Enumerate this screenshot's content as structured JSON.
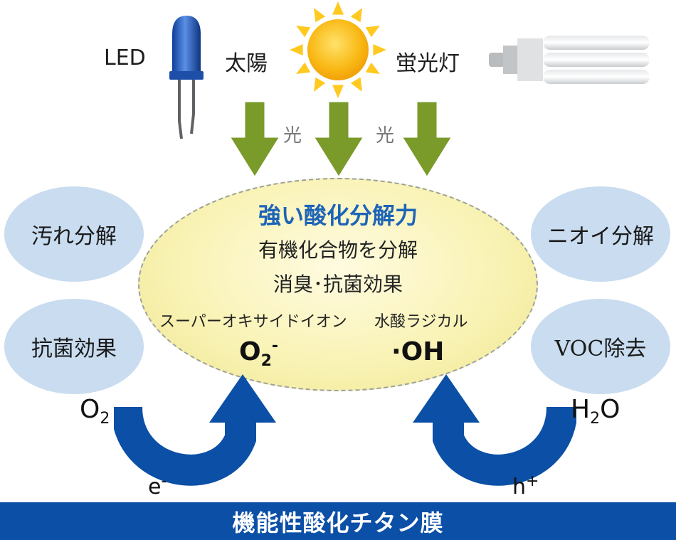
{
  "sources": {
    "led": "LED",
    "sun": "太陽",
    "fluorescent": "蛍光灯"
  },
  "light_labels": [
    "光",
    "光"
  ],
  "core": {
    "title": "強い酸化分解力",
    "line1": "有機化合物を分解",
    "line2": "消臭･抗菌効果",
    "label_left": "スーパーオキサイドイオン",
    "label_right": "水酸ラジカル",
    "species_left": {
      "base": "O",
      "sub": "2",
      "sup": "-"
    },
    "species_right": "·OH"
  },
  "effects": {
    "top_left": "汚れ分解",
    "bottom_left": "抗菌効果",
    "top_right": "ニオイ分解",
    "bottom_right": "VOC除去"
  },
  "reactants": {
    "left": {
      "base": "O",
      "sub": "2"
    },
    "right": {
      "pre": "H",
      "sub": "2",
      "post": "O"
    },
    "electron": {
      "base": "e",
      "sup": "-"
    },
    "hole": {
      "base": "h",
      "sup": "+"
    }
  },
  "band_label": "機能性酸化チタン膜",
  "colors": {
    "band": "#0b4fa6",
    "title_blue": "#1d64b8",
    "bubble": "#c9dcf0",
    "core_fill": "#f9f3b6",
    "arrow_green": "#7a9a2a",
    "curve_blue": "#0b4fa6"
  }
}
